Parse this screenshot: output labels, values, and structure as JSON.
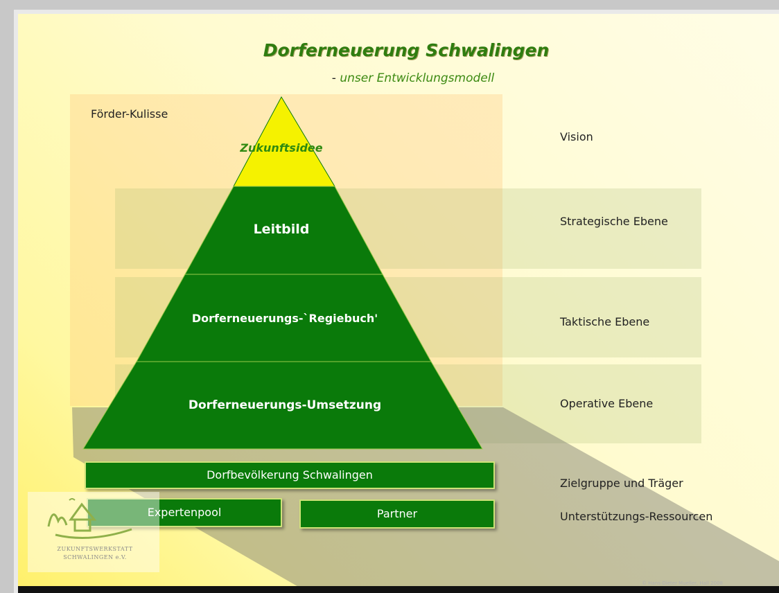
{
  "title": "Dorferneuerung Schwalingen",
  "subtitle_dash": "-",
  "subtitle": "unser Entwicklungsmodell",
  "foerder_label": "Förder-Kulisse",
  "pyramid": {
    "top": "Zukunftsidee",
    "level1": "Leitbild",
    "level2": "Dorferneuerungs-`Regiebuch'",
    "level3": "Dorferneuerungs-Umsetzung"
  },
  "levels": {
    "vision": "Vision",
    "strategic": "Strategische Ebene",
    "tactical": "Taktische Ebene",
    "operative": "Operative Ebene",
    "target_group": "Zielgruppe und Träger",
    "support": "Unterstützungs-Ressourcen"
  },
  "base": {
    "population": "Dorfbevölkerung Schwalingen",
    "experts": "Expertenpool",
    "partner": "Partner"
  },
  "logo": {
    "line1": "ZUKUNFTSWERKSTATT",
    "line2": "SCHWALINGEN e.V."
  },
  "copyright": "© Hans-Dieter Mueller, Hall 2008",
  "colors": {
    "dark_green": "#0a7a0a",
    "apex_yellow": "#f5f200",
    "title_green": "#2f7d10"
  }
}
